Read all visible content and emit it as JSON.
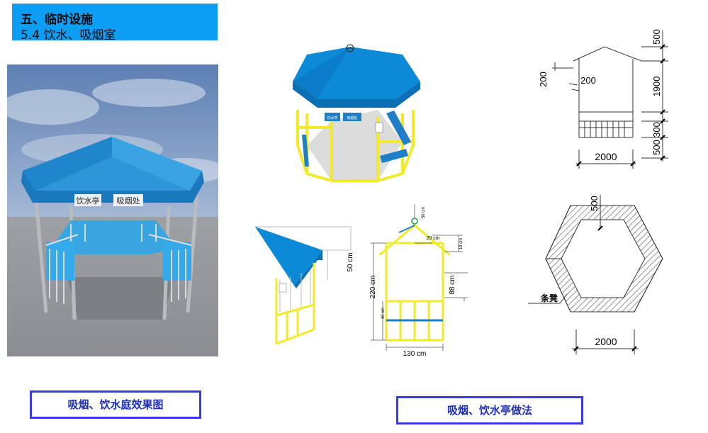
{
  "header": {
    "title": "五、临时设施",
    "subtitle": "5.4 饮水、吸烟室"
  },
  "render": {
    "sign_left": "饮水亭",
    "sign_right": "吸烟处"
  },
  "model3d": {
    "sign_left": "饮水亭",
    "sign_right": "吸烟处"
  },
  "elevation": {
    "dim_top": "500",
    "dim_1900": "1900",
    "dim_300": "300",
    "dim_bottom": "500",
    "dim_left_200": "200",
    "dim_inner_200": "200",
    "dim_width": "2000"
  },
  "plan": {
    "dim_top": "500",
    "dim_width": "2000",
    "label_bench": "条凳"
  },
  "section": {
    "dim_50cm_roof": "50 cm",
    "dim_50cm_tip": "50 cm",
    "dim_20cm": "20 cm",
    "dim_18cm": "18 cm",
    "dim_220cm": "220 cm",
    "dim_88cm": "88 cm",
    "dim_40cm": "40 cm",
    "dim_130cm": "130 cm"
  },
  "captions": {
    "effect": "吸烟、饮水庭效果图",
    "method": "吸烟、饮水亭做法"
  },
  "colors": {
    "header_bg": "#0c9df4",
    "roof_blue": "#0c8ad8",
    "frame_yellow": "#f1ea2b",
    "caption_border": "#3a3ae8"
  }
}
